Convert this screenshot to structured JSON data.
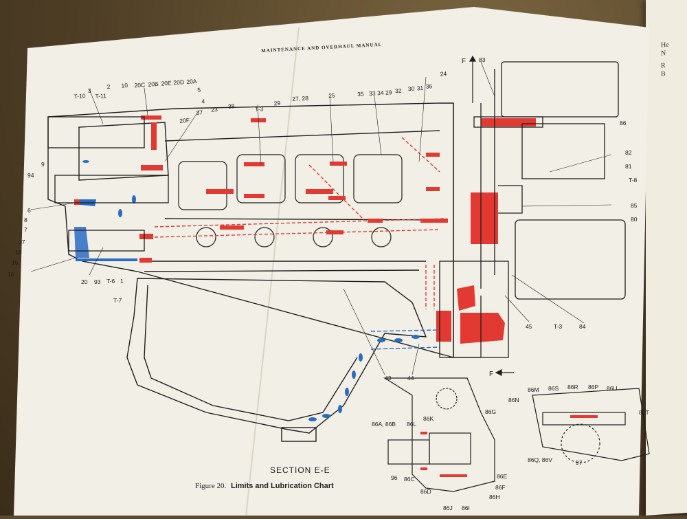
{
  "page": {
    "header": "MAINTENANCE AND OVERHAUL MANUAL",
    "section_label": "SECTION E-E",
    "figure_number": "Figure 20.",
    "figure_title": "Limits and Lubrication Chart",
    "next_page_fragments": [
      "He",
      "N",
      "R",
      "B"
    ]
  },
  "colors": {
    "paper": "#f2efe6",
    "line": "#1e1e1e",
    "oil_red": "#e23a32",
    "oil_blue": "#2a6bc4"
  },
  "callouts": {
    "top_left": [
      "T-10",
      "3",
      "T-11",
      "2",
      "10",
      "20C",
      "20B",
      "20E",
      "20D",
      "20A",
      "5",
      "4",
      "20F",
      "37",
      "23",
      "38"
    ],
    "top_middle": [
      "T-3",
      "29",
      "27, 28",
      "25",
      "35",
      "33",
      "34",
      "29",
      "32",
      "30",
      "31",
      "36",
      "24"
    ],
    "top_right": [
      "F",
      "83",
      "86",
      "82",
      "81",
      "T-8",
      "85",
      "80"
    ],
    "left": [
      "9",
      "94",
      "6",
      "8",
      "7",
      "17",
      "18",
      "15",
      "14"
    ],
    "bottom_left": [
      "20",
      "93",
      "T-6",
      "1",
      "T-7"
    ],
    "bottom_middle": [
      "43",
      "44",
      "45",
      "T-3",
      "84",
      "F"
    ],
    "detail_left": [
      "86A, 86B",
      "86L",
      "86K",
      "86G",
      "96",
      "86C",
      "86E",
      "86F",
      "86D",
      "86J",
      "86I",
      "86H"
    ],
    "detail_right": [
      "86M",
      "86S",
      "86R",
      "86P",
      "86U",
      "86N",
      "86T",
      "86Q, 86V",
      "97"
    ]
  }
}
